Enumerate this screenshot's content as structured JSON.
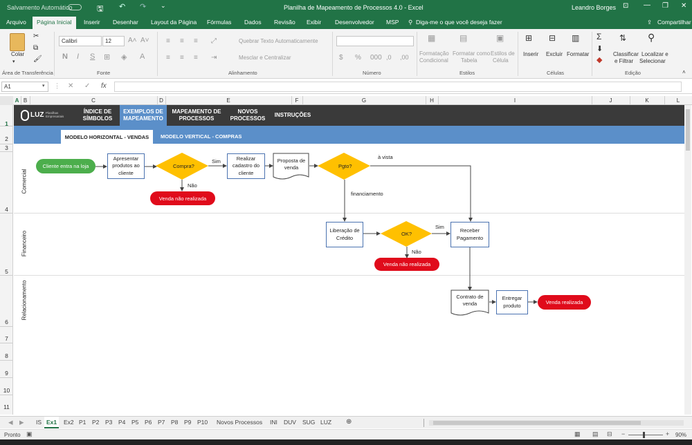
{
  "titlebar": {
    "autosave": "Salvamento Automático",
    "title": "Planilha de Mapeamento de Processos 4.0  -  Excel",
    "user": "Leandro Borges"
  },
  "ribbon_tabs": [
    "Arquivo",
    "Página Inicial",
    "Inserir",
    "Desenhar",
    "Layout da Página",
    "Fórmulas",
    "Dados",
    "Revisão",
    "Exibir",
    "Desenvolvedor",
    "MSP"
  ],
  "tell_me": "Diga-me o que você deseja fazer",
  "share": "Compartilhar",
  "ribbon": {
    "colar": "Colar",
    "clipboard_group": "Área de Transferência",
    "font_name": "Calibri",
    "font_size": "12",
    "font_group": "Fonte",
    "wrap": "Quebrar Texto Automaticamente",
    "merge": "Mesclar e Centralizar",
    "align_group": "Alinhamento",
    "number_group": "Número",
    "cond1": "Formatação",
    "cond2": "Condicional",
    "fmt1": "Formatar como",
    "fmt2": "Tabela",
    "cst1": "Estilos de",
    "cst2": "Célula",
    "styles_group": "Estilos",
    "insert": "Inserir",
    "delete": "Excluir",
    "format": "Formatar",
    "cells_group": "Células",
    "sort1": "Classificar",
    "sort2": "e Filtrar",
    "find1": "Localizar e",
    "find2": "Selecionar",
    "edit_group": "Edição"
  },
  "name_box": "A1",
  "columns": [
    "A",
    "B",
    "C",
    "D",
    "E",
    "F",
    "G",
    "H",
    "I",
    "J",
    "K",
    "L"
  ],
  "rows": [
    "1",
    "2",
    "3",
    "4",
    "5",
    "6",
    "7",
    "8",
    "9",
    "10",
    "11"
  ],
  "nav": {
    "logo": "LUZ",
    "logo_sub": "Planilhas Empresariais",
    "items": [
      "ÍNDICE DE SÍMBOLOS",
      "EXEMPLOS DE MAPEAMENTO",
      "MAPEAMENTO DE PROCESSOS",
      "NOVOS PROCESSOS",
      "INSTRUÇÕES"
    ]
  },
  "subtabs": [
    "MODELO HORIZONTAL - VENDAS",
    "MODELO VERTICAL - COMPRAS"
  ],
  "lanes": [
    "Comercial",
    "Financeiro",
    "Relacionamento"
  ],
  "flow": {
    "start": "Cliente entra na loja",
    "present": "Apresentar produtos ao cliente",
    "compra": "Compra?",
    "sim1": "Sim",
    "nao1": "Não",
    "lost1": "Venda não realizada",
    "register": "Realizar cadastro do cliente",
    "proposal": "Proposta de venda",
    "pgto": "Pgto?",
    "avista": "à vista",
    "financing": "financiamento",
    "credit": "Liberação de Crédito",
    "ok": "OK?",
    "sim2": "Sim",
    "nao2": "Não",
    "lost2": "Venda não realizada",
    "receive": "Receber Pagamento",
    "contract": "Contrato de venda",
    "deliver": "Entregar produto",
    "done": "Venda realizada"
  },
  "sheet_tabs": [
    "IS",
    "Ex1",
    "Ex2",
    "P1",
    "P2",
    "P3",
    "P4",
    "P5",
    "P6",
    "P7",
    "P8",
    "P9",
    "P10",
    "Novos Processos",
    "INI",
    "DUV",
    "SUG",
    "LUZ"
  ],
  "active_sheet": "Ex1",
  "status": "Pronto",
  "zoom": "90%"
}
